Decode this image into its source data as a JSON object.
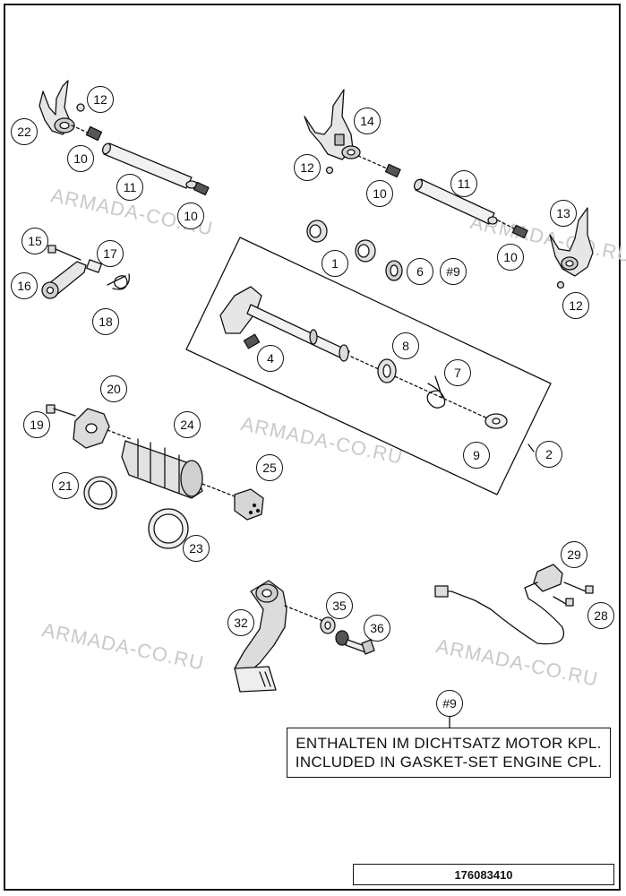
{
  "watermark": "ARMADA-CO.RU",
  "callouts": {
    "c12a": "12",
    "c22": "22",
    "c10a": "10",
    "c11a": "11",
    "c10b": "10",
    "c14": "14",
    "c12b": "12",
    "c10c": "10",
    "c11b": "11",
    "c13": "13",
    "c10d": "10",
    "c12c": "12",
    "c15": "15",
    "c17": "17",
    "c16": "16",
    "c18": "18",
    "c1": "1",
    "c6": "6",
    "c9ref": "#9",
    "c4": "4",
    "c8": "8",
    "c7": "7",
    "c9": "9",
    "c2": "2",
    "c20": "20",
    "c19": "19",
    "c24": "24",
    "c25": "25",
    "c21": "21",
    "c23": "23",
    "c29": "29",
    "c28": "28",
    "c35": "35",
    "c32": "32",
    "c36": "36",
    "c9note": "#9"
  },
  "note": {
    "line1": "ENTHALTEN IM DICHTSATZ MOTOR KPL.",
    "line2": "INCLUDED IN GASKET-SET ENGINE CPL."
  },
  "part_number": "176083410"
}
